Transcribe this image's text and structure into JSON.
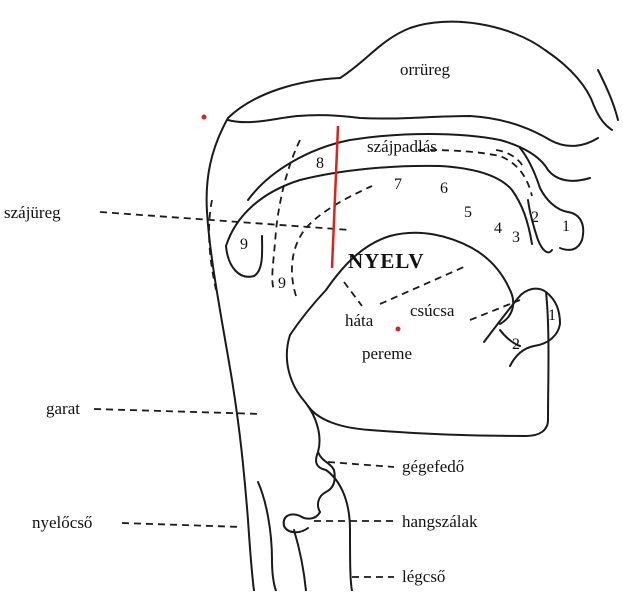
{
  "colors": {
    "line": "#1a1a1a",
    "marker_red": "#e0201a",
    "background": "#ffffff"
  },
  "labels": {
    "orrureg": "orrüreg",
    "szajpadlas": "szájpadlás",
    "szajureg": "szájüreg",
    "nyelv": "NYELV",
    "hata": "háta",
    "csucsa": "csúcsa",
    "pereme": "pereme",
    "garat": "garat",
    "gegefedo": "gégefedő",
    "nyelocso": "nyelőcső",
    "hangszalak": "hangszálak",
    "legcso": "légcső"
  },
  "place_numbers": {
    "n1_teeth": "1",
    "n2_teeth": "2",
    "n3": "3",
    "n4": "4",
    "n5": "5",
    "n6": "6",
    "n7": "7",
    "n8": "8",
    "n9_upper": "9",
    "n9_lower": "9",
    "n1_lower_lip": "1",
    "n2_lower_teeth": "2"
  }
}
